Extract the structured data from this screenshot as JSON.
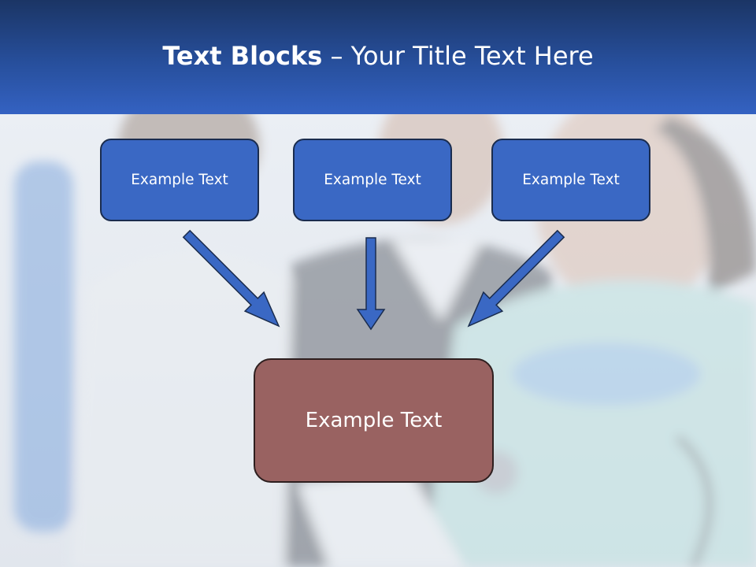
{
  "slide": {
    "title_bold": "Text Blocks",
    "title_rest": " – Your Title Text Here"
  },
  "boxes": {
    "top": [
      {
        "label": "Example Text"
      },
      {
        "label": "Example Text"
      },
      {
        "label": "Example Text"
      }
    ],
    "bottom": {
      "label": "Example Text"
    }
  },
  "colors": {
    "title_bar": "#274f9c",
    "top_box_fill": "#3a68c4",
    "bottom_box_fill": "#996261",
    "arrow": "#3a68c4"
  },
  "background_image": "medical-staff-photo"
}
